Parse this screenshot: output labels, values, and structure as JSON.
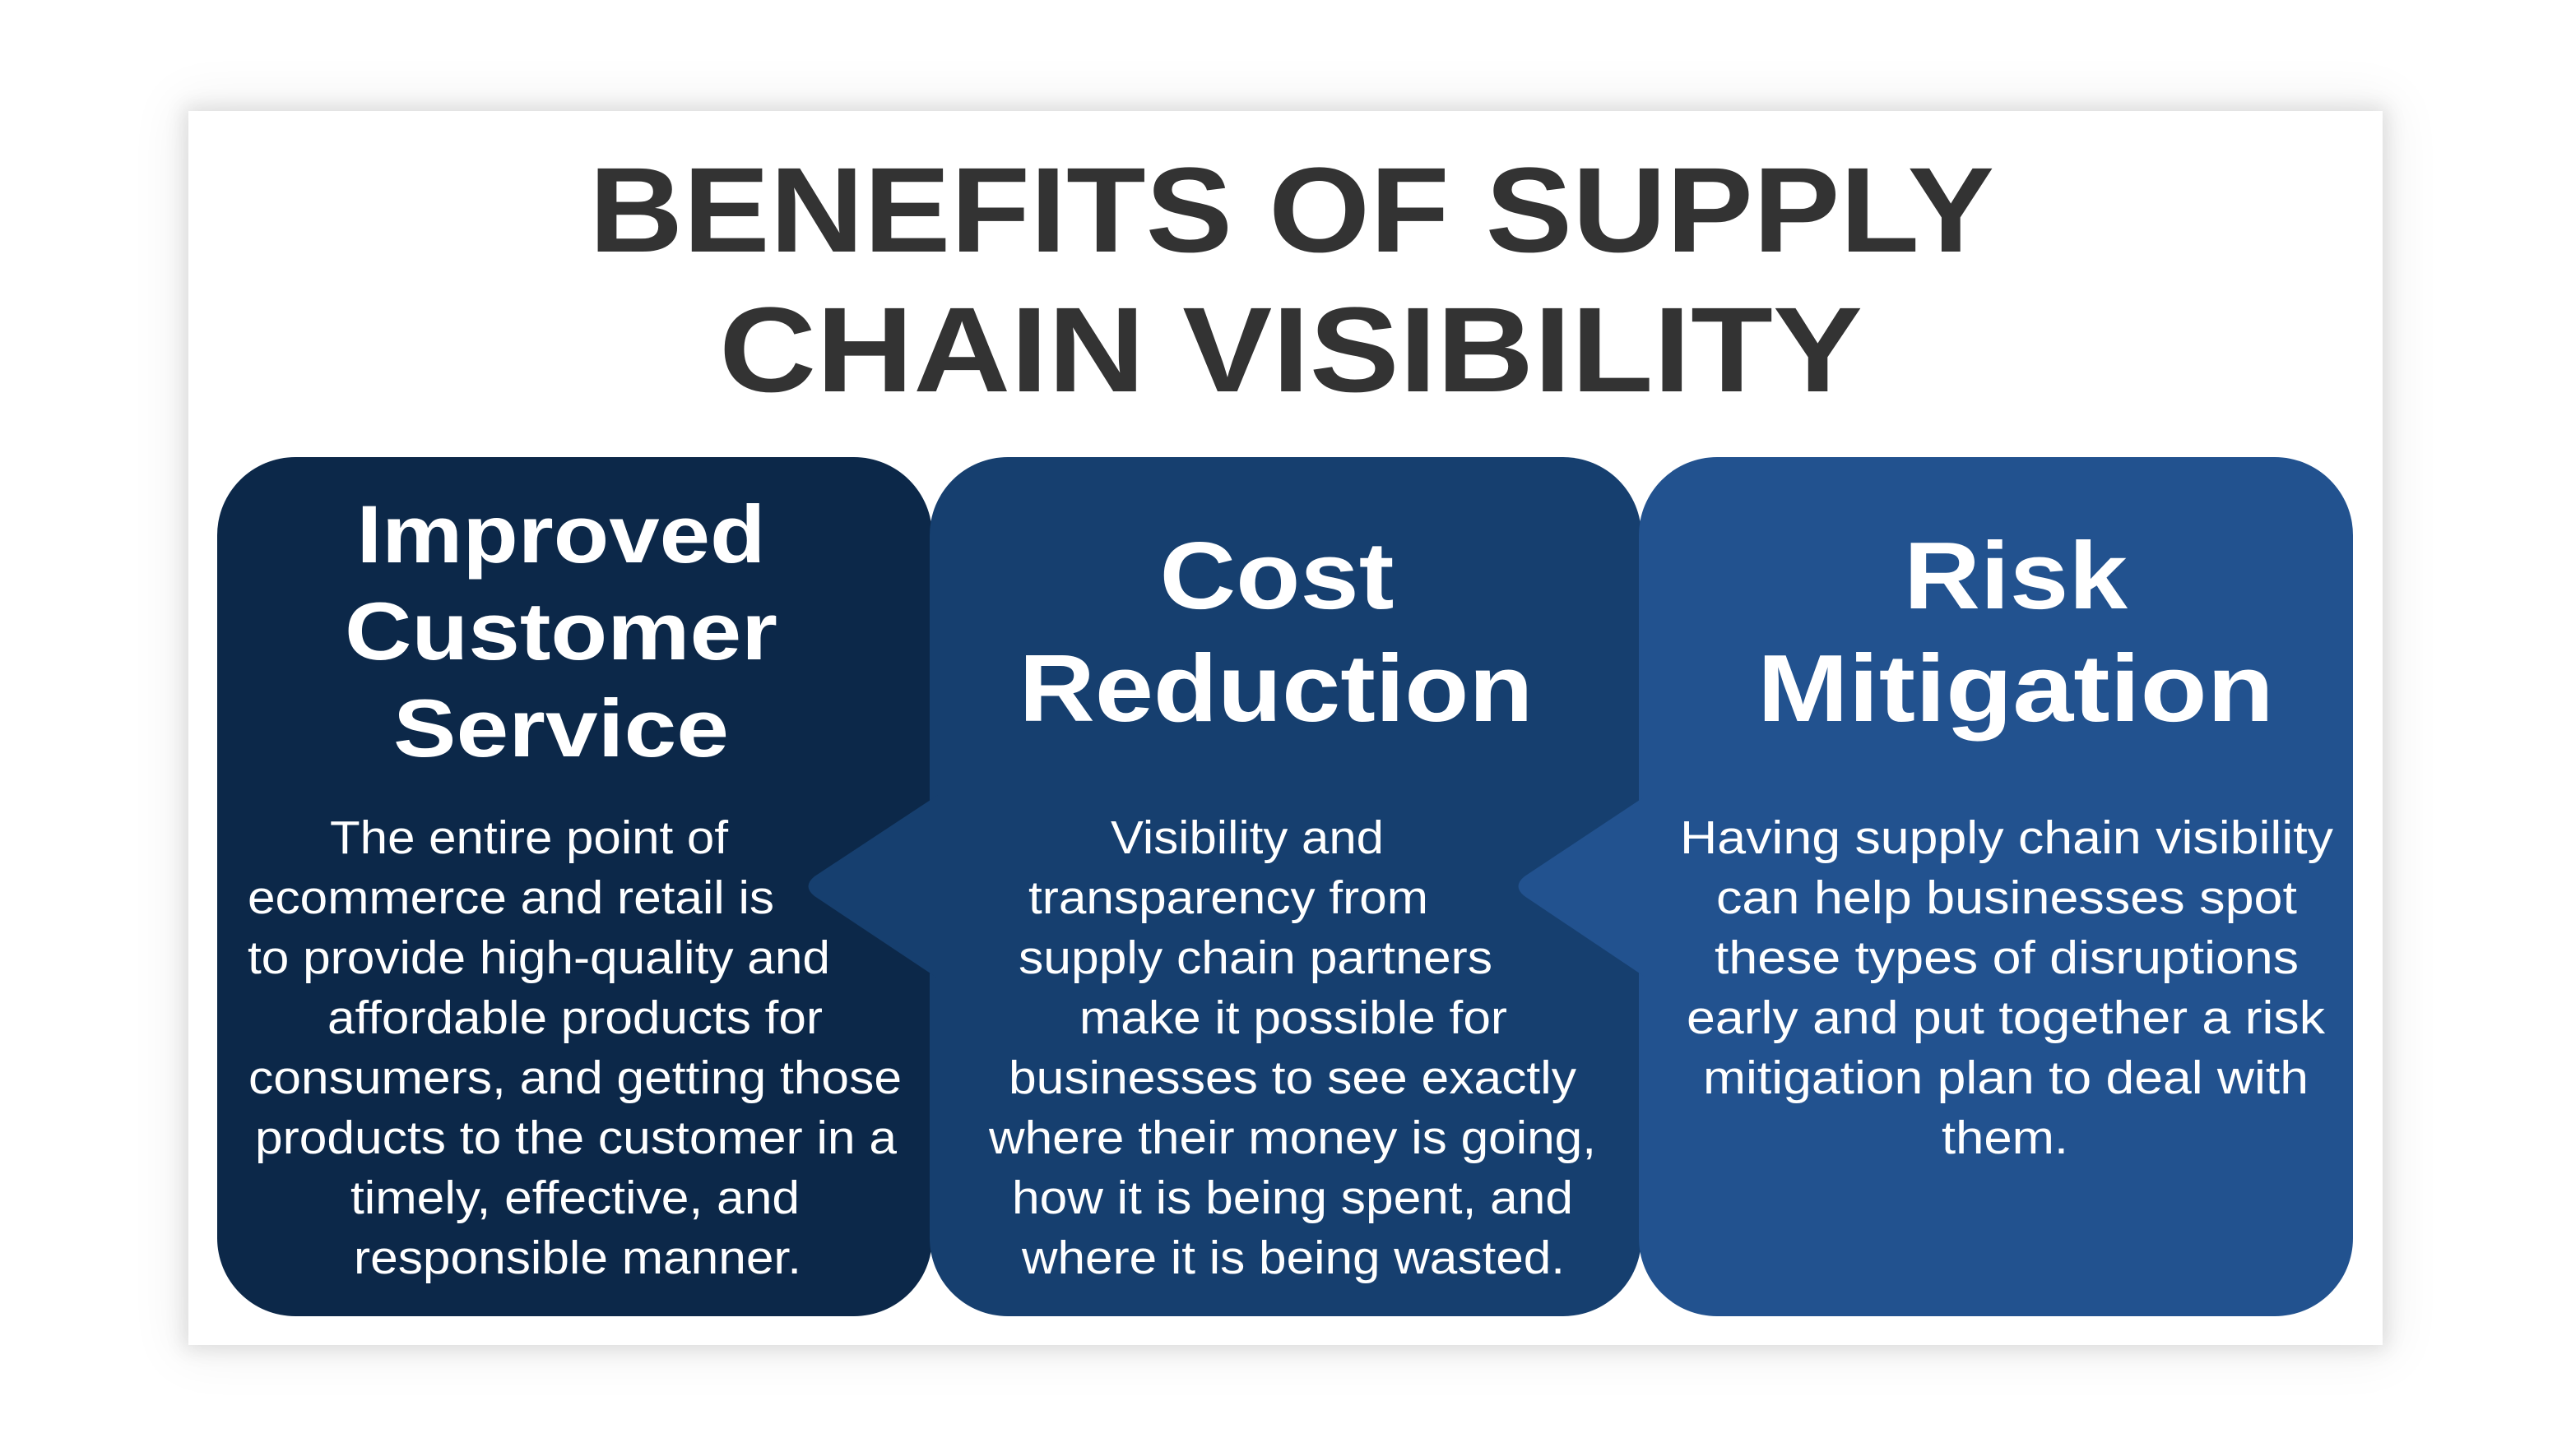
{
  "title": {
    "line1": "BENEFITS OF SUPPLY",
    "line2": "CHAIN VISIBILITY"
  },
  "colors": {
    "title_text": "#333333",
    "panel_1": "#0c2849",
    "panel_2": "#163f6f",
    "panel_3": "#22528f",
    "text_on_panel": "#ffffff",
    "background": "#ffffff"
  },
  "panels": [
    {
      "heading": [
        "Improved",
        "Customer",
        "Service"
      ],
      "body": [
        "The entire point of",
        "ecommerce and retail is",
        "to provide high-quality and",
        "affordable products for",
        "consumers, and getting those",
        "products to the customer in a",
        "timely, effective, and",
        "responsible manner."
      ]
    },
    {
      "heading": [
        "Cost",
        "Reduction"
      ],
      "body": [
        "Visibility and",
        "transparency from",
        "supply chain partners",
        "make it possible for",
        "businesses to see exactly",
        "where their money is going,",
        "how it is being spent, and",
        "where it is being wasted."
      ]
    },
    {
      "heading": [
        "Risk",
        "Mitigation"
      ],
      "body": [
        "Having supply chain visibility",
        "can help businesses spot",
        "these types of disruptions",
        "early and put together a risk",
        "mitigation plan to deal with",
        "them."
      ]
    }
  ]
}
